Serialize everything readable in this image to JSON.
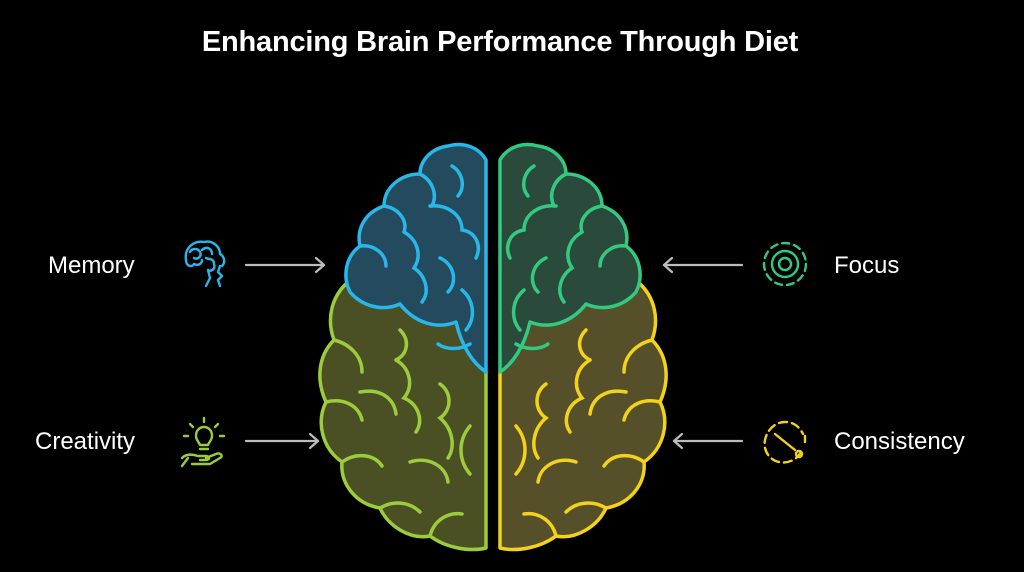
{
  "title": "Enhancing Brain Performance Through Diet",
  "labels": {
    "memory": "Memory",
    "focus": "Focus",
    "creativity": "Creativity",
    "consistency": "Consistency"
  },
  "colors": {
    "background": "#000000",
    "memory": "#29b6e8",
    "focus": "#34c980",
    "creativity": "#9ccc3c",
    "consistency": "#f2d21b",
    "arrow": "#bdbdbd"
  },
  "icons": {
    "memory": "head-profile-icon",
    "focus": "target-icon",
    "creativity": "lightbulb-hand-icon",
    "consistency": "clock-icon"
  }
}
